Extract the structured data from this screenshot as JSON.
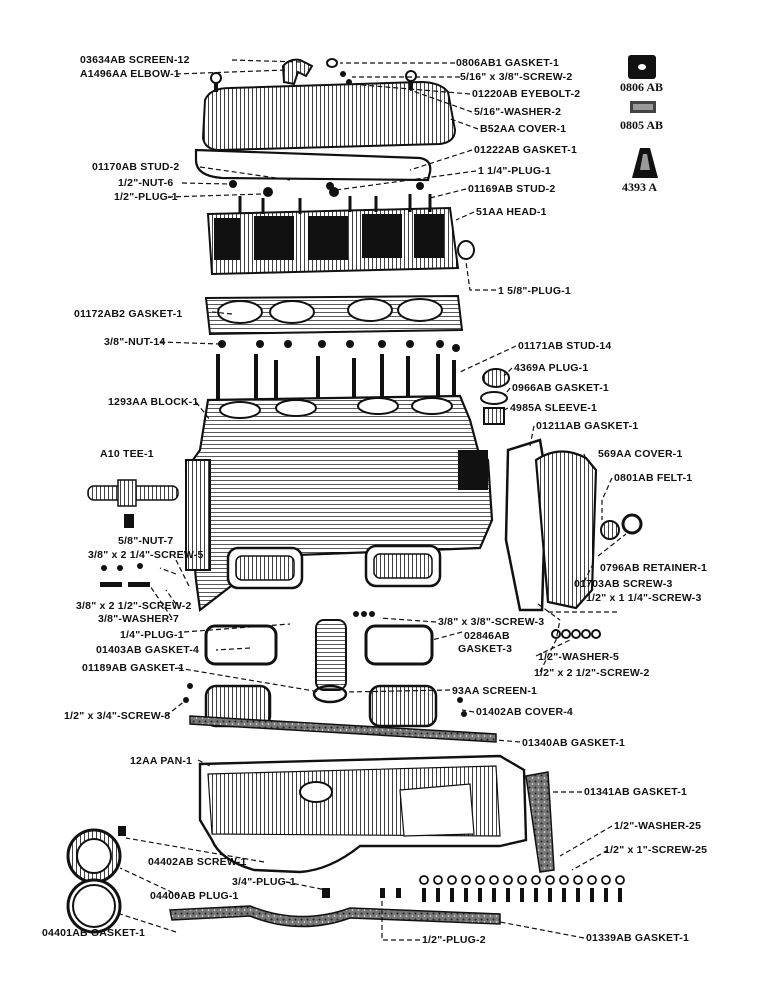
{
  "labels": [
    {
      "id": "l1",
      "text": "03634AB SCREEN-12"
    },
    {
      "id": "l2",
      "text": "A1496AA ELBOW-1"
    },
    {
      "id": "l3",
      "text": "0806AB1 GASKET-1"
    },
    {
      "id": "l4",
      "text": "5/16\" x 3/8\"-SCREW-2"
    },
    {
      "id": "l5",
      "text": "01220AB EYEBOLT-2"
    },
    {
      "id": "l6",
      "text": "5/16\"-WASHER-2"
    },
    {
      "id": "l7",
      "text": "B52AA COVER-1"
    },
    {
      "id": "l8",
      "text": "01222AB GASKET-1"
    },
    {
      "id": "l9",
      "text": "01170AB STUD-2"
    },
    {
      "id": "l10",
      "text": "1 1/4\"-PLUG-1"
    },
    {
      "id": "l11",
      "text": "1/2\"-NUT-6"
    },
    {
      "id": "l12",
      "text": "01169AB STUD-2"
    },
    {
      "id": "l13",
      "text": "1/2\"-PLUG-1"
    },
    {
      "id": "l14",
      "text": "51AA HEAD-1"
    },
    {
      "id": "l15",
      "text": "1 5/8\"-PLUG-1"
    },
    {
      "id": "l16",
      "text": "01172AB2 GASKET-1"
    },
    {
      "id": "l17",
      "text": "3/8\"-NUT-14"
    },
    {
      "id": "l18",
      "text": "01171AB STUD-14"
    },
    {
      "id": "l19",
      "text": "4369A PLUG-1"
    },
    {
      "id": "l20",
      "text": "1293AA BLOCK-1"
    },
    {
      "id": "l21",
      "text": "0966AB GASKET-1"
    },
    {
      "id": "l22",
      "text": "4985A SLEEVE-1"
    },
    {
      "id": "l23",
      "text": "01211AB GASKET-1"
    },
    {
      "id": "l24",
      "text": "A10 TEE-1"
    },
    {
      "id": "l25",
      "text": "569AA COVER-1"
    },
    {
      "id": "l26",
      "text": "0801AB FELT-1"
    },
    {
      "id": "l27",
      "text": "5/8\"-NUT-7"
    },
    {
      "id": "l28",
      "text": "3/8\" x 2 1/4\"-SCREW-5"
    },
    {
      "id": "l29",
      "text": "0796AB RETAINER-1"
    },
    {
      "id": "l30",
      "text": "01703AB SCREW-3"
    },
    {
      "id": "l31",
      "text": "1/2\" x 1 1/4\"-SCREW-3"
    },
    {
      "id": "l32",
      "text": "3/8\" x 2 1/2\"-SCREW-2"
    },
    {
      "id": "l33",
      "text": "3/8\"-WASHER-7"
    },
    {
      "id": "l34",
      "text": "1/4\"-PLUG-1"
    },
    {
      "id": "l35",
      "text": "3/8\" x 3/8\"-SCREW-3"
    },
    {
      "id": "l36",
      "text": "02846AB"
    },
    {
      "id": "l37",
      "text": "GASKET-3"
    },
    {
      "id": "l38",
      "text": "01403AB GASKET-4"
    },
    {
      "id": "l39",
      "text": "1/2\"-WASHER-5"
    },
    {
      "id": "l40",
      "text": "1/2\" x 2 1/2\"-SCREW-2"
    },
    {
      "id": "l41",
      "text": "01189AB GASKET-1"
    },
    {
      "id": "l42",
      "text": "93AA SCREEN-1"
    },
    {
      "id": "l43",
      "text": "1/2\" x 3/4\"-SCREW-8"
    },
    {
      "id": "l44",
      "text": "01402AB COVER-4"
    },
    {
      "id": "l45",
      "text": "01340AB GASKET-1"
    },
    {
      "id": "l46",
      "text": "12AA PAN-1"
    },
    {
      "id": "l47",
      "text": "01341AB GASKET-1"
    },
    {
      "id": "l48",
      "text": "1/2\"-WASHER-25"
    },
    {
      "id": "l49",
      "text": "1/2\" x 1\"-SCREW-25"
    },
    {
      "id": "l50",
      "text": "04402AB SCREW-1"
    },
    {
      "id": "l51",
      "text": "3/4\"-PLUG-1"
    },
    {
      "id": "l52",
      "text": "04400AB PLUG-1"
    },
    {
      "id": "l53",
      "text": "04401AB GASKET-1"
    },
    {
      "id": "l54",
      "text": "1/2\"-PLUG-2"
    },
    {
      "id": "l55",
      "text": "01339AB GASKET-1"
    }
  ],
  "detail_captions": [
    {
      "id": "c1",
      "text": "0806 AB"
    },
    {
      "id": "c2",
      "text": "0805 AB"
    },
    {
      "id": "c3",
      "text": "4393 A"
    }
  ]
}
